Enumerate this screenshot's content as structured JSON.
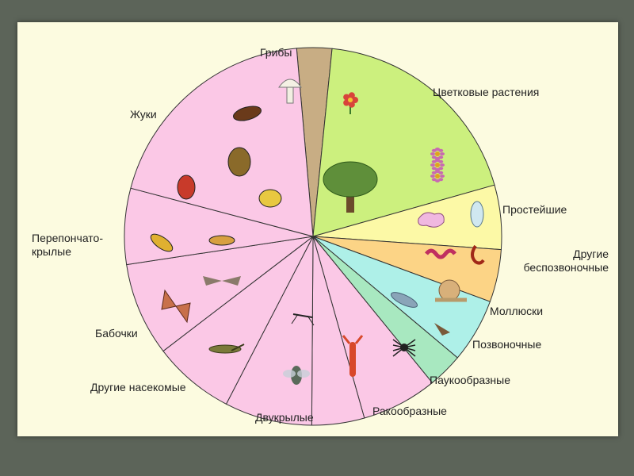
{
  "chart_data": {
    "type": "pie",
    "title": "",
    "slices": [
      {
        "name": "Грибы",
        "value": 3.0,
        "color": "#c8ad84"
      },
      {
        "name": "Цветковые растения",
        "value": 19.0,
        "color": "#ccf07e"
      },
      {
        "name": "Простейшие",
        "value": 5.5,
        "color": "#fcf9a6"
      },
      {
        "name": "Другие беспозвоночные",
        "value": 4.5,
        "color": "#fcd486"
      },
      {
        "name": "Моллюски",
        "value": 5.5,
        "color": "#aef0e8"
      },
      {
        "name": "Позвоночные",
        "value": 3.0,
        "color": "#a8e8c0"
      },
      {
        "name": "Паукообразные",
        "value": 6.5,
        "color": "#fbc8e6"
      },
      {
        "name": "Ракообразные",
        "value": 4.5,
        "color": "#fbc8e6"
      },
      {
        "name": "Двукрылые",
        "value": 7.5,
        "color": "#fbc8e6"
      },
      {
        "name": "Другие насекомые",
        "value": 7.0,
        "color": "#fbc8e6"
      },
      {
        "name": "Бабочки",
        "value": 8.0,
        "color": "#fbc8e6"
      },
      {
        "name": "Перепончато-крылые",
        "value": 6.5,
        "color": "#fbc8e6"
      },
      {
        "name": "Жуки",
        "value": 19.5,
        "color": "#fbc8e6"
      }
    ],
    "legend": "labels-around-pie",
    "start_angle_deg": -5
  },
  "labels": {
    "griby": "Грибы",
    "cvetkovye": "Цветковые растения",
    "prosteishie": "Простейшие",
    "drugie_bespozv_1": "Другие",
    "drugie_bespozv_2": "беспозвоночные",
    "mollyuski": "Моллюски",
    "pozvonochnye": "Позвоночные",
    "paukoobraznye": "Паукообразные",
    "rakoobraznye": "Ракообразные",
    "dvukrylye": "Двукрылые",
    "drugie_nasekomye": "Другие насекомые",
    "babochki": "Бабочки",
    "pereponchato_1": "Перепончато-",
    "pereponchato_2": "крылые",
    "zhuki": "Жуки"
  },
  "icons": [
    "mushroom-icon",
    "flower-icon",
    "tree-icon",
    "daisy-icon",
    "protozoa-icon",
    "worm-icon",
    "snail-icon",
    "fish-icon",
    "bird-icon",
    "spider-icon",
    "lobster-icon",
    "fly-icon",
    "mosquito-icon",
    "grasshopper-icon",
    "moth-icon",
    "butterfly-icon",
    "wasp-icon",
    "bee-icon",
    "beetle-icon",
    "ladybug-icon",
    "cockroach-icon"
  ]
}
